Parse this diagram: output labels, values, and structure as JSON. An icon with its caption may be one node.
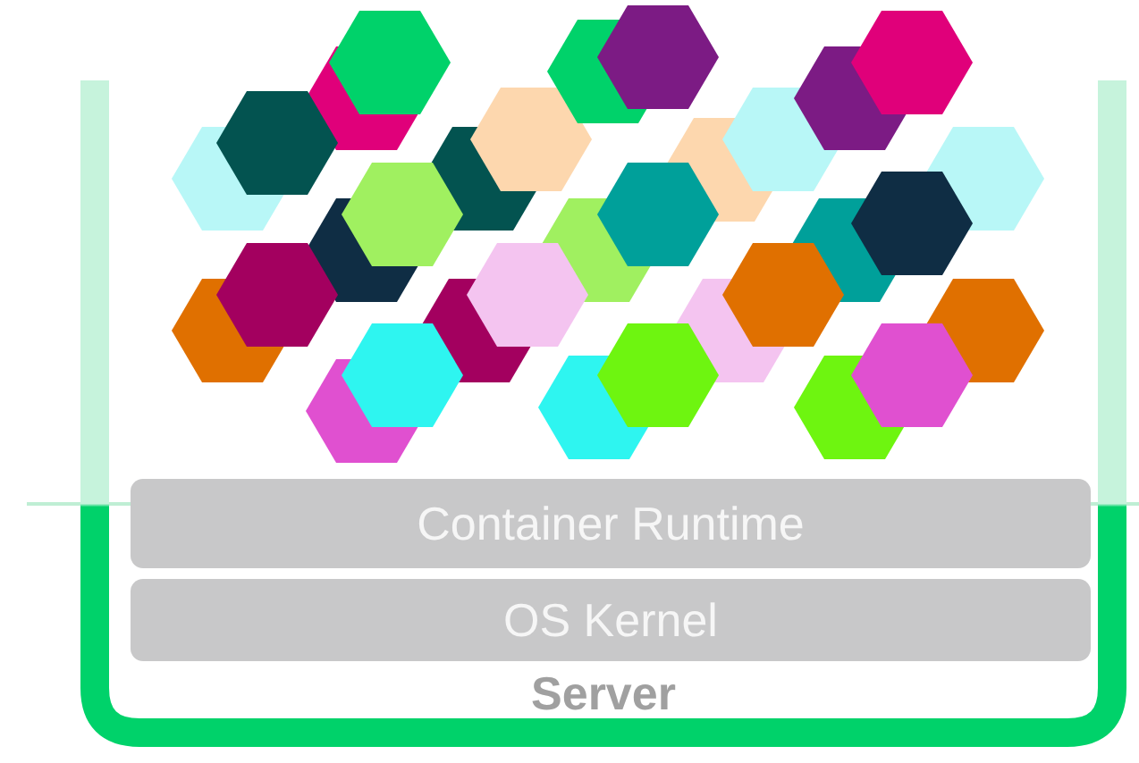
{
  "diagram": {
    "nodes": [
      {
        "text": [
          "Server"
        ]
      },
      {
        "text": [
          "Container Runtime"
        ],
        "in": 0
      },
      {
        "text": [
          "OS Kernel"
        ],
        "in": 0
      }
    ]
  }
}
